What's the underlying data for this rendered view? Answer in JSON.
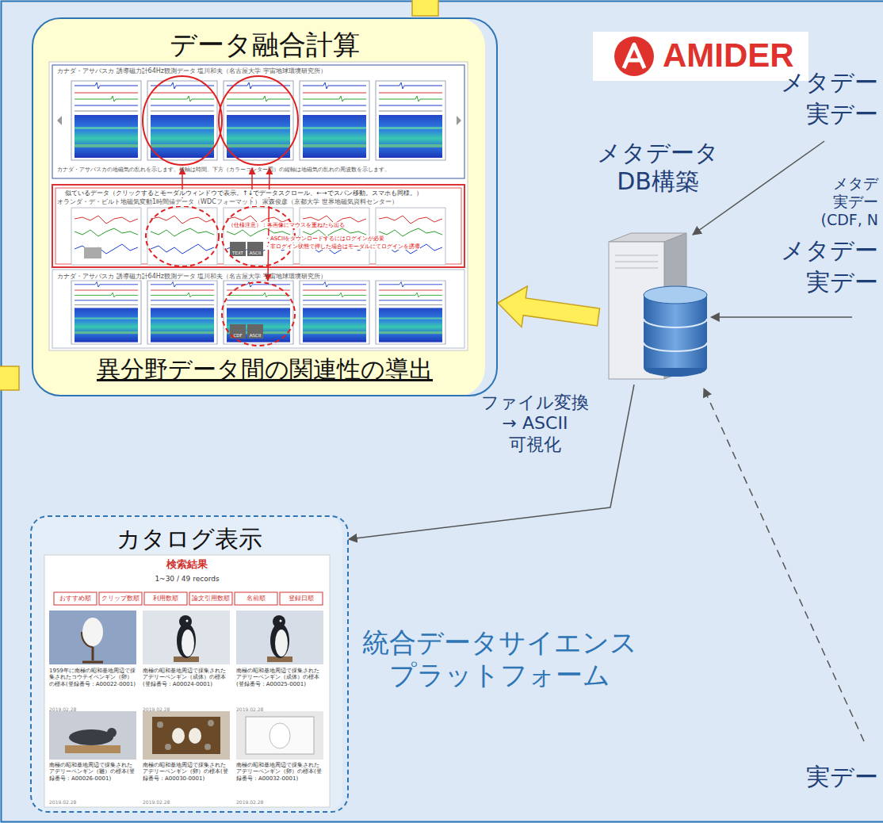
{
  "diagram": {
    "nodes": [
      {
        "text": [
          "データ融合計算",
          "異分野データ間の関連性の導出"
        ]
      },
      {
        "text": [
          "AMIDER"
        ]
      },
      {
        "text": [
          "メタデータ DB構築"
        ]
      },
      {
        "text": [
          "カタログ表示"
        ]
      }
    ],
    "edges": [
      {
        "from": 2,
        "to": 0,
        "arrow": "to"
      },
      {
        "from": 2,
        "to": 3,
        "arrow": "to",
        "label": "ファイル変換 → ASCII 可視化"
      }
    ],
    "labels": [
      "統合データサイエンス プラットフォーム",
      "メタデー",
      "実デー",
      "メタデ",
      "実デー",
      "(CDF, N",
      "メタデー",
      "実デー",
      "実デー",
      "カナダ・アサバスカ 誘導磁力計64Hz観測データ 塩川和夫（名古屋大学 宇宙地球環境研究所）",
      "カナダ・アサバスカの地磁気の乱れを示します。横軸は時間、下方（カラーコンター図）の縦軸は地磁気の乱れの周波数を示します。",
      "似ているデータ（クリックするとモーダルウィンドウで表示。↑↓でデータスクロール、←→でスパン移動。スマホも同様。）",
      "オランダ・デ・ビルト地磁気変動1時間値データ（WDCフォーマット） 家森俊彦（京都大学 世界地磁気資料センター）",
      "（仕様注意）：各画像にマウスを重ねたら出る",
      "・ASCIIをダウンロードするにはログインが必要",
      "・非ログイン状態で押した場合はモーダルにてログインを誘導",
      "TEXT",
      "ASCII",
      "カナダ・アサバスカ 誘導磁力計64Hz観測データ 塩川和夫（名古屋大学 宇宙地球環境研究所）",
      "CDF",
      "ASCII",
      "検索結果",
      "1~30 / 49 records",
      "おすすめ順",
      "クリップ数順",
      "利用数順",
      "論文引用数順",
      "名前順",
      "登録日順",
      "1959年に南極の昭和基地周辺で採集されたコウテイペンギン（卵）の標本(登録番号：A00022-0001)",
      "南極の昭和基地周辺で採集されたアデリーペンギン（成体）の標本(登録番号：A00024-0001)",
      "南極の昭和基地周辺で採集されたアデリーペンギン（成体）の標本(登録番号：A00025-0001)",
      "南極の昭和基地周辺で採集されたアデリーペンギン（雛）の標本(登録番号：A00026-0001)",
      "南極の昭和基地周辺で採集されたアデリーペンギン（卵）の標本(登録番号：A00030-0001)",
      "南極の昭和基地周辺で採集されたアデリーペンギン（卵）の標本(登録番号：A00032-0001)",
      "2019.02.28",
      "2019.02.28",
      "2019.02.28",
      "2019.02.28",
      "2019.02.28",
      "2019.02.28"
    ]
  }
}
